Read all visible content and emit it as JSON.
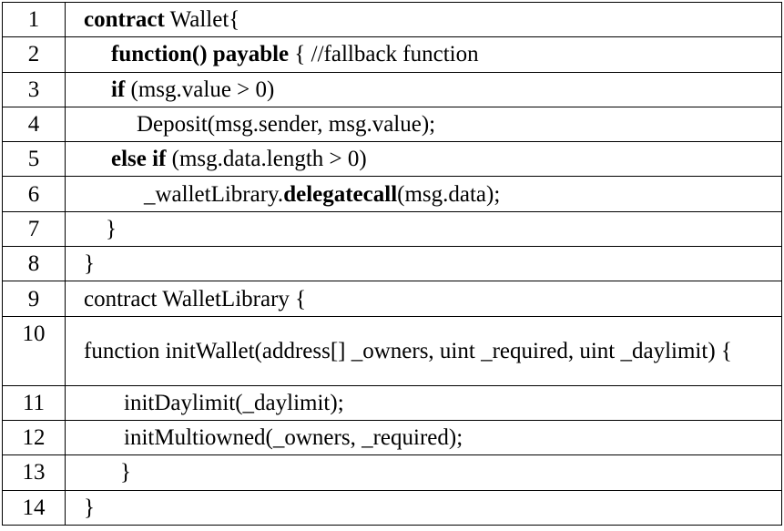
{
  "lines": [
    {
      "num": "1",
      "indent": "",
      "segments": [
        {
          "t": "contract",
          "b": true
        },
        {
          "t": " Wallet{",
          "b": false
        }
      ]
    },
    {
      "num": "2",
      "indent": "ind1",
      "segments": [
        {
          "t": "function() payable",
          "b": true
        },
        {
          "t": " { //fallback function",
          "b": false
        }
      ]
    },
    {
      "num": "3",
      "indent": "ind1",
      "segments": [
        {
          "t": "if",
          "b": true
        },
        {
          "t": " (msg.value > 0)",
          "b": false
        }
      ]
    },
    {
      "num": "4",
      "indent": "ind2",
      "segments": [
        {
          "t": "Deposit(msg.sender, msg.value);",
          "b": false
        }
      ]
    },
    {
      "num": "5",
      "indent": "ind1",
      "segments": [
        {
          "t": "else if",
          "b": true
        },
        {
          "t": " (msg.data.length > 0)",
          "b": false
        }
      ]
    },
    {
      "num": "6",
      "indent": "ind3",
      "segments": [
        {
          "t": "_walletLibrary.",
          "b": false
        },
        {
          "t": "delegatecall",
          "b": true
        },
        {
          "t": "(msg.data);",
          "b": false
        }
      ]
    },
    {
      "num": "7",
      "indent": "ind5",
      "segments": [
        {
          "t": "}",
          "b": false
        }
      ]
    },
    {
      "num": "8",
      "indent": "",
      "segments": [
        {
          "t": "}",
          "b": false
        }
      ]
    },
    {
      "num": "9",
      "indent": "",
      "segments": [
        {
          "t": "contract WalletLibrary {",
          "b": false
        }
      ]
    },
    {
      "num": "10",
      "indent": "",
      "wrap": true,
      "segments": [
        {
          "t": "function initWallet(address[] _owners, uint _required, uint _daylimit) {",
          "b": false
        }
      ]
    },
    {
      "num": "11",
      "indent": "ind4",
      "segments": [
        {
          "t": "initDaylimit(_daylimit);",
          "b": false
        }
      ]
    },
    {
      "num": "12",
      "indent": "ind4",
      "segments": [
        {
          "t": "initMultiowned(_owners, _required);",
          "b": false
        }
      ]
    },
    {
      "num": "13",
      "indent": "ind6",
      "segments": [
        {
          "t": "}",
          "b": false
        }
      ]
    },
    {
      "num": "14",
      "indent": "",
      "segments": [
        {
          "t": "}",
          "b": false
        }
      ]
    }
  ]
}
